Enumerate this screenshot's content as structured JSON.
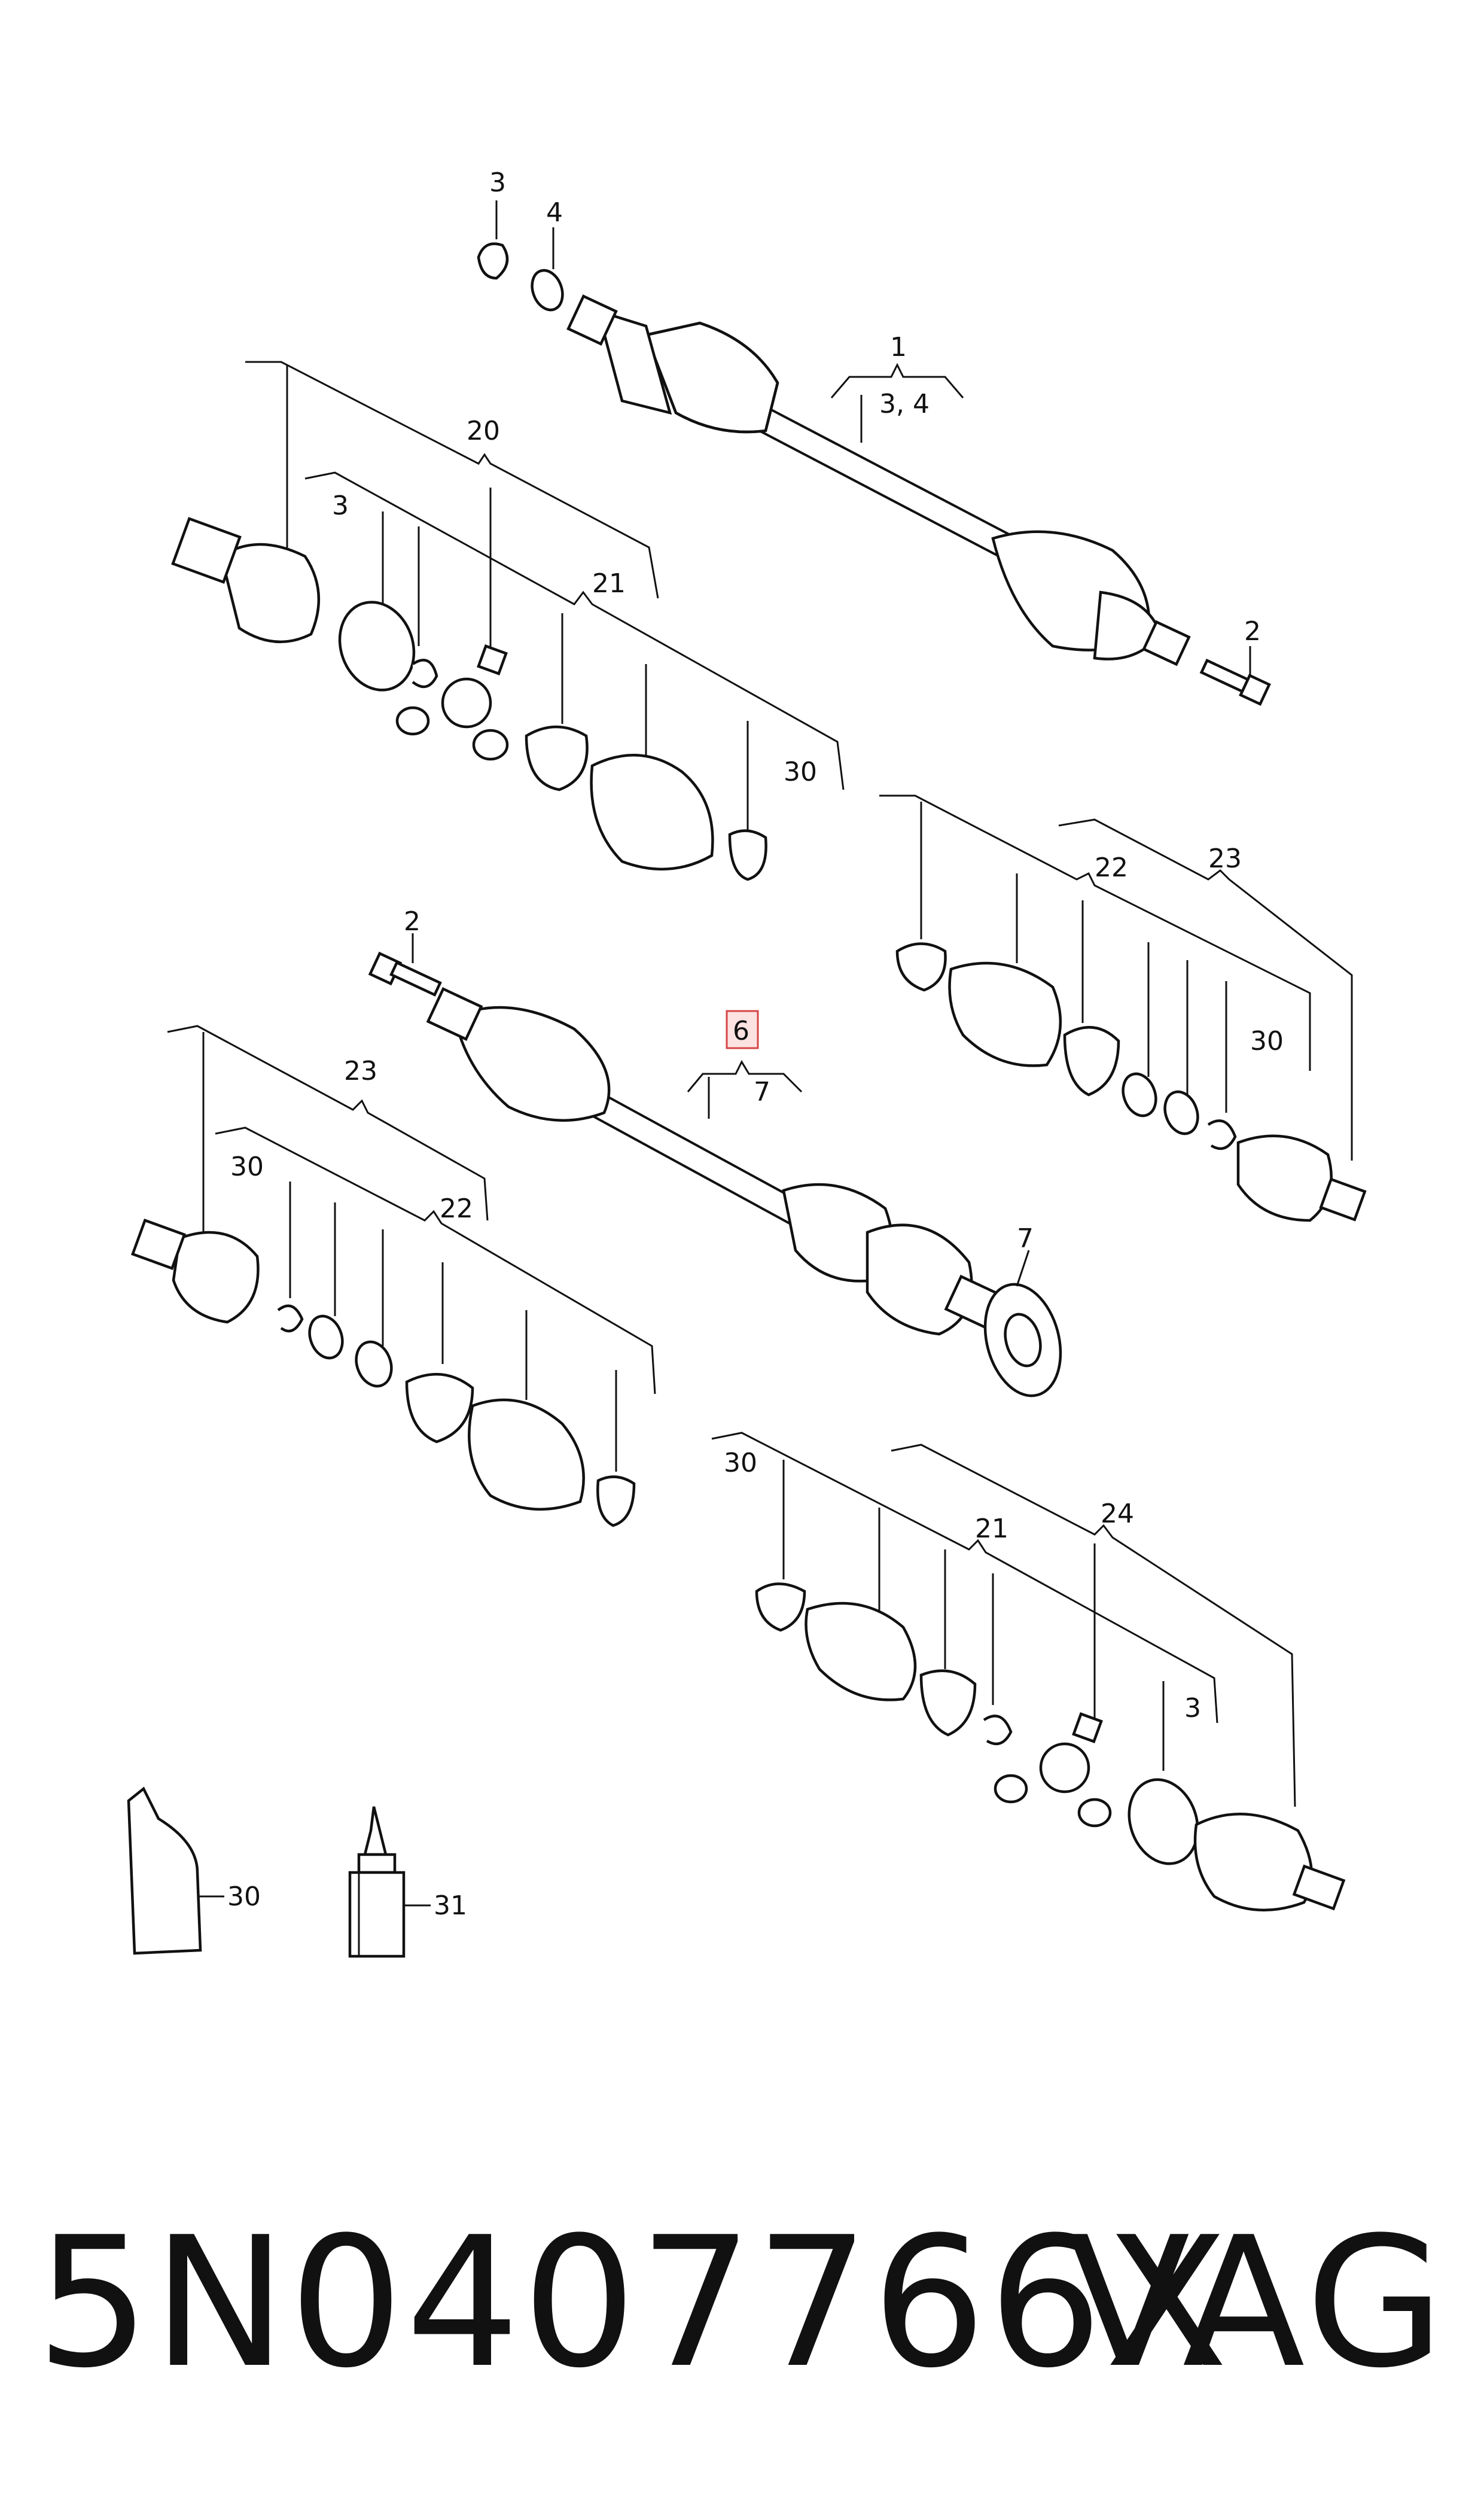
{
  "diagram": {
    "callouts": {
      "c3_top": "3",
      "c4_top": "4",
      "c1": "1",
      "c1_sub": "3, 4",
      "c2_top": "2",
      "c20": "20",
      "c3_left": "3",
      "c21_top": "21",
      "c30_top": "30",
      "c22_right": "22",
      "c23_right": "23",
      "c30_right": "30",
      "c2_mid": "2",
      "c6": "6",
      "c6_sub": "7",
      "c7": "7",
      "c23_left": "23",
      "c30_left": "30",
      "c22_left": "22",
      "c30_bottom": "30",
      "c21_bottom": "21",
      "c24": "24",
      "c3_bottom": "3",
      "c30_tube": "30",
      "c31_bottle": "31"
    },
    "highlight_color": "#d64545"
  },
  "footer": {
    "part_number": "5N0407766X",
    "brand": "VAG"
  }
}
